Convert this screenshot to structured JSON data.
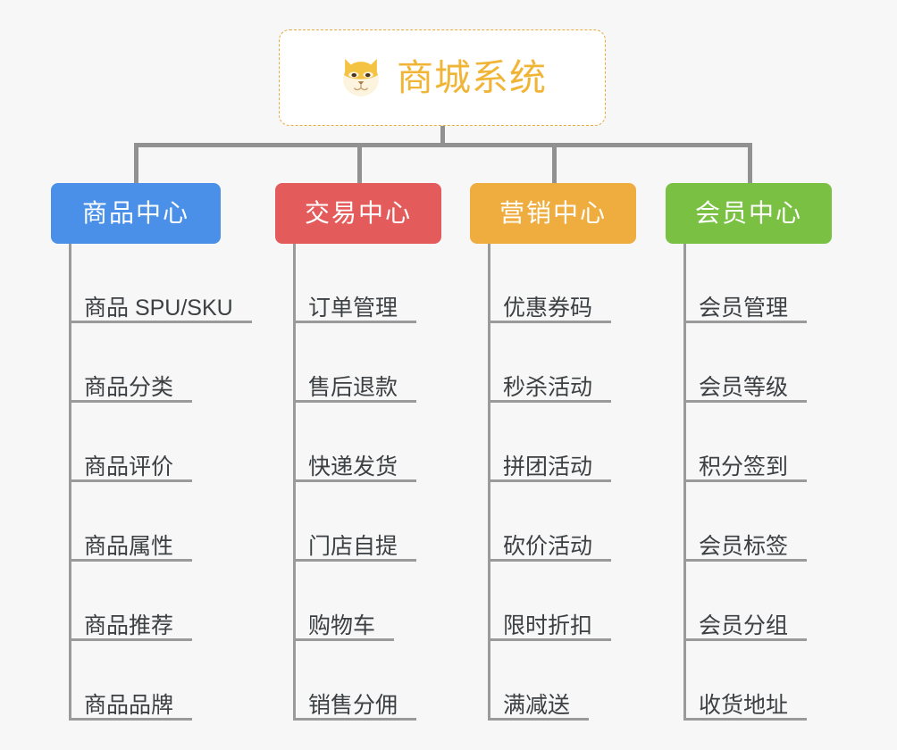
{
  "page": {
    "background_color": "#f7f7f7",
    "line_color": "#919191",
    "leaf_text_color": "#3c4043"
  },
  "root": {
    "title": "商城系统",
    "icon": "shiba-dog-face-icon",
    "text_color": "#f0b537",
    "border_color": "#e8aa3c",
    "background_color": "#ffffff"
  },
  "branches": [
    {
      "label": "商品中心",
      "color": "#4a90e8",
      "items": [
        "商品 SPU/SKU",
        "商品分类",
        "商品评价",
        "商品属性",
        "商品推荐",
        "商品品牌"
      ]
    },
    {
      "label": "交易中心",
      "color": "#e45b5b",
      "items": [
        "订单管理",
        "售后退款",
        "快递发货",
        "门店自提",
        "购物车",
        "销售分佣"
      ]
    },
    {
      "label": "营销中心",
      "color": "#eead3e",
      "items": [
        "优惠券码",
        "秒杀活动",
        "拼团活动",
        "砍价活动",
        "限时折扣",
        "满减送"
      ]
    },
    {
      "label": "会员中心",
      "color": "#7ac143",
      "items": [
        "会员管理",
        "会员等级",
        "积分签到",
        "会员标签",
        "会员分组",
        "收货地址"
      ]
    }
  ]
}
